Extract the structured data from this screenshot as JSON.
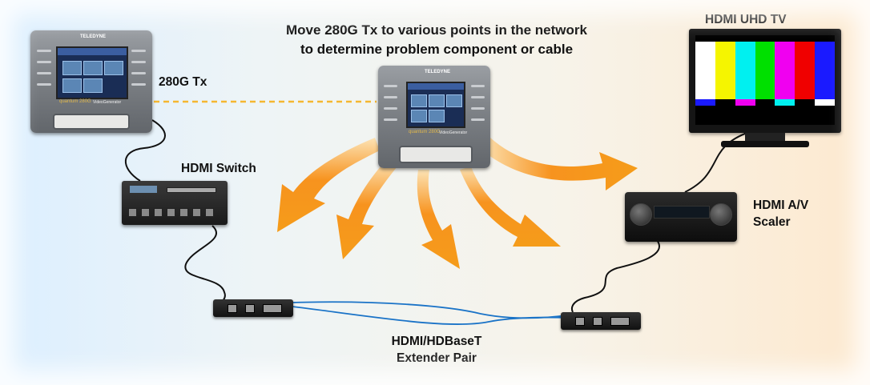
{
  "headline": {
    "line1": "Move 280G Tx to various points in the network",
    "line2": "to determine problem component or cable"
  },
  "labels": {
    "tx": "280G Tx",
    "switch": "HDMI Switch",
    "tv": "HDMI UHD TV",
    "scaler_line1": "HDMI A/V",
    "scaler_line2": "Scaler",
    "extender_line1": "HDMI/HDBaseT",
    "extender_line2": "Extender Pair"
  },
  "devices": {
    "unit_logo": "TELEDYNE",
    "unit_brand": "quantum 280G",
    "unit_model": "VideoGenerator"
  },
  "colors": {
    "arrow_orange": "#f7931e",
    "dashed_line": "#f5b731",
    "cable_black": "#111111",
    "cable_blue": "#1a73c7"
  },
  "tv_bars": [
    "#ffffff",
    "#f5f500",
    "#00f0f0",
    "#00e000",
    "#f000f0",
    "#f00000",
    "#1a1aff"
  ]
}
